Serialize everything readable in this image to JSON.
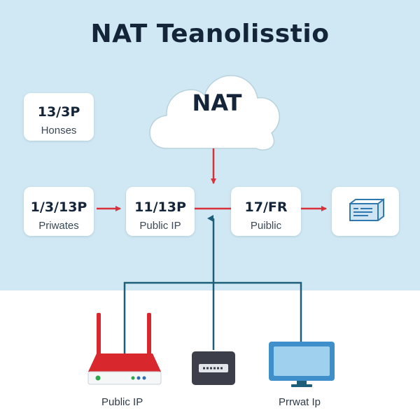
{
  "title": "NAT Teanolisstio",
  "cloud": {
    "label": "NAT"
  },
  "cards": {
    "hosts": {
      "main": "13/3P",
      "sub": "Honses"
    },
    "private": {
      "main": "1/3/13P",
      "sub": "Priwates"
    },
    "public_ip": {
      "main": "11/13P",
      "sub": "Public IP"
    },
    "public": {
      "main": "17/FR",
      "sub": "Puiblic"
    }
  },
  "devices": {
    "router": {
      "icon": "router-icon",
      "label": "Public IP"
    },
    "switch": {
      "icon": "switch-icon"
    },
    "monitor": {
      "icon": "monitor-icon",
      "label": "Prrwat Ip"
    },
    "server": {
      "icon": "server-icon"
    }
  },
  "colors": {
    "sky": "#cfe8f3",
    "arrow_red": "#d9313a",
    "wire_teal": "#1d5f78",
    "router_red": "#d9272e",
    "monitor_blue": "#3f8fca"
  }
}
